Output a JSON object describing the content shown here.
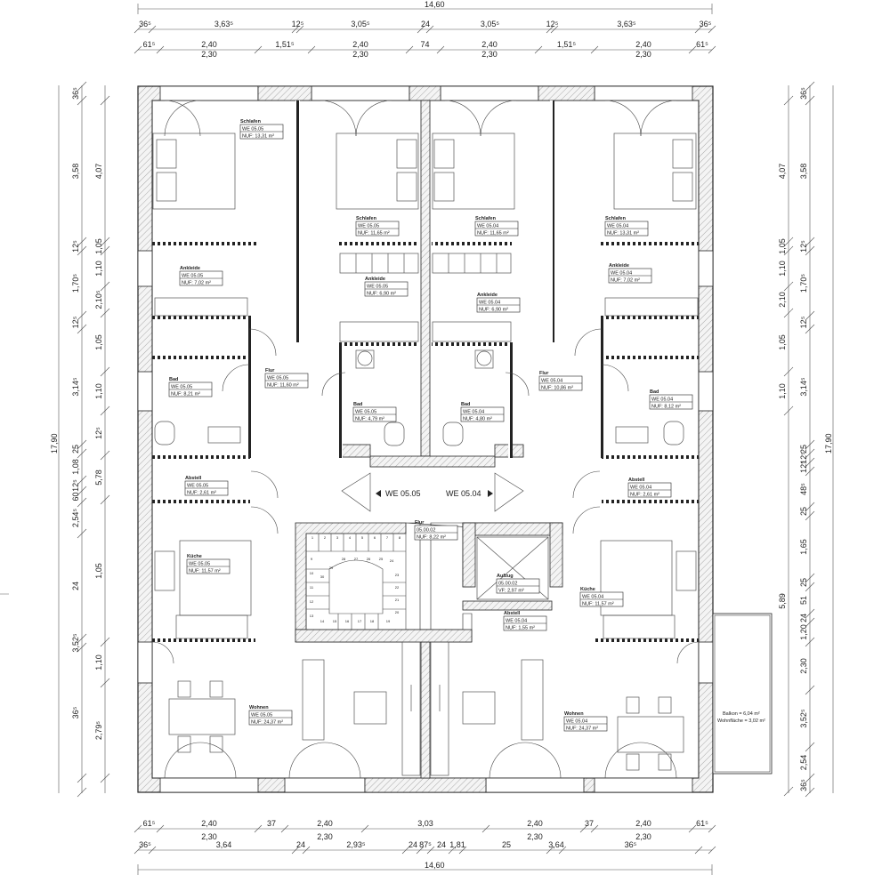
{
  "dimensions": {
    "top_overall": "14,60",
    "top_row1": [
      "36⁵",
      "3,63⁵",
      "12⁵",
      "3,05⁵",
      "24",
      "3,05⁵",
      "12⁵",
      "3,63⁵",
      "36⁵"
    ],
    "top_row2_upper": [
      "61⁵",
      "2,40",
      "1,51⁵",
      "2,40",
      "74",
      "2,40",
      "1,51⁵",
      "2,40",
      "61⁵"
    ],
    "top_row2_lower": [
      "2,30",
      "2,30",
      "2,30",
      "2,30"
    ],
    "bottom_row1_upper": [
      "61⁵",
      "2,40",
      "37",
      "2,40",
      "3,03",
      "2,40",
      "37",
      "2,40",
      "61⁵"
    ],
    "bottom_row1_lower": [
      "2,30",
      "2,30",
      "2,30",
      "2,30"
    ],
    "bottom_row2": [
      "36⁵",
      "3,64",
      "24",
      "2,93⁵",
      "24",
      "87⁵",
      "24",
      "1,81",
      "25",
      "3,64",
      "36⁵"
    ],
    "bottom_overall": "14,60",
    "left_overall": "17,90",
    "left_outer": [
      "36⁵",
      "3,58",
      "12⁵",
      "1,70⁵",
      "12⁵",
      "3,14⁵",
      "25",
      "1,08",
      "12⁵",
      "60",
      "2,54⁵",
      "24",
      "3,52⁵",
      "36⁵"
    ],
    "left_inner": [
      "4,07",
      "1,05",
      "1,10",
      "2,10⁵",
      "1,05",
      "1,10",
      "12⁵",
      "5,78",
      "1,05",
      "1,10",
      "2,79⁵"
    ],
    "right_overall": "17,90",
    "right_outer": [
      "36⁵",
      "3,58",
      "12⁵",
      "1,70⁵",
      "12⁵",
      "3,14⁵",
      "25",
      "12⁵",
      "12⁵",
      "48⁵",
      "25",
      "1,65",
      "25",
      "51",
      "24",
      "1,20",
      "2,30",
      "3,52⁵",
      "2,54",
      "36⁵"
    ],
    "right_inner": [
      "4,07",
      "1,05",
      "1,10",
      "2,10",
      "1,05",
      "1,10",
      "5,89"
    ]
  },
  "rooms": [
    {
      "name": "Schlafen",
      "unit": "WE 05.05",
      "area": "NUF: 13,31 m²"
    },
    {
      "name": "Schlafen",
      "unit": "WE 05.05",
      "area": "NUF: 11,65 m²"
    },
    {
      "name": "Schlafen",
      "unit": "WE 05.04",
      "area": "NUF: 11,65 m²"
    },
    {
      "name": "Schlafen",
      "unit": "WE 05.04",
      "area": "NUF: 13,31 m²"
    },
    {
      "name": "Ankleide",
      "unit": "WE 05.05",
      "area": "NUF: 7,02 m²"
    },
    {
      "name": "Ankleide",
      "unit": "WE 05.05",
      "area": "NUF: 6,90 m²"
    },
    {
      "name": "Ankleide",
      "unit": "WE 05.04",
      "area": "NUF: 6,90 m²"
    },
    {
      "name": "Ankleide",
      "unit": "WE 05.04",
      "area": "NUF: 7,02 m²"
    },
    {
      "name": "Bad",
      "unit": "WE 05.05",
      "area": "NUF: 8,21 m²"
    },
    {
      "name": "Flur",
      "unit": "WE 05.05",
      "area": "NUF: 11,60 m²"
    },
    {
      "name": "Bad",
      "unit": "WE 05.05",
      "area": "NUF: 4,79 m²"
    },
    {
      "name": "Bad",
      "unit": "WE 05.04",
      "area": "NUF: 4,80 m²"
    },
    {
      "name": "Flur",
      "unit": "WE 05.04",
      "area": "NUF: 10,86 m²"
    },
    {
      "name": "Bad",
      "unit": "WE 05.04",
      "area": "NUF: 8,12 m²"
    },
    {
      "name": "Abstell",
      "unit": "WE 05.05",
      "area": "NUF: 2,61 m²"
    },
    {
      "name": "Abstell",
      "unit": "WE 05.04",
      "area": "NUF: 2,61 m²"
    },
    {
      "name": "Flur",
      "unit": "05.00.02",
      "area": "NUF: 8,22 m²"
    },
    {
      "name": "Küche",
      "unit": "WE 05.05",
      "area": "NUF: 11,57 m²"
    },
    {
      "name": "Aufzug",
      "unit": "05.00.02",
      "area": "VF: 2,97 m²"
    },
    {
      "name": "Abstell",
      "unit": "WE 05.04",
      "area": "NUF: 1,55 m²"
    },
    {
      "name": "Küche",
      "unit": "WE 05.04",
      "area": "NUF: 11,57 m²"
    },
    {
      "name": "Wohnen",
      "unit": "WE 05.05",
      "area": "NUF: 24,37 m²"
    },
    {
      "name": "Wohnen",
      "unit": "WE 05.04",
      "area": "NUF: 24,37 m²"
    }
  ],
  "unit_labels": {
    "left": "WE 05.05",
    "right": "WE 05.04"
  },
  "balcony": {
    "line1": "Balkon = 6,04 m²",
    "line2": "Wohnfläche = 3,02 m²"
  },
  "stair_numbers": [
    "1",
    "2",
    "3",
    "4",
    "5",
    "6",
    "7",
    "8",
    "9",
    "10",
    "11",
    "12",
    "13",
    "14",
    "15",
    "16",
    "17",
    "18",
    "19",
    "20",
    "21",
    "22",
    "23",
    "24",
    "25",
    "26",
    "27",
    "28",
    "29",
    "30"
  ]
}
